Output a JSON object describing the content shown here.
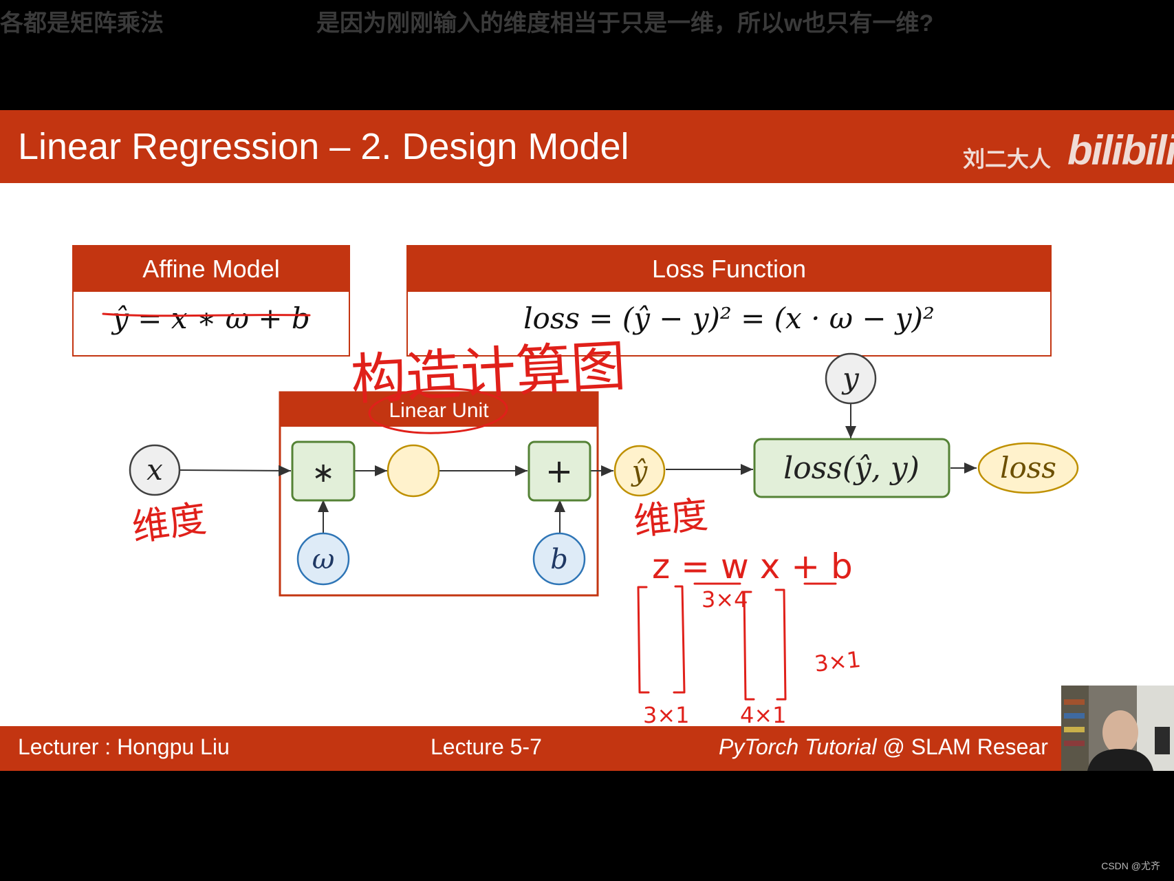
{
  "danmaku": {
    "left": "各都是矩阵乘法",
    "center": "是因为刚刚输入的维度相当于只是一维，所以w也只有一维?"
  },
  "slide": {
    "title": "Linear Regression – 2. Design Model",
    "brand_cn": "刘二大人",
    "brand_logo": "bilibili",
    "affine_box": {
      "header": "Affine Model",
      "formula": "ŷ = x ∗ ω + b"
    },
    "loss_box": {
      "header": "Loss Function",
      "formula": "loss = (ŷ − y)² = (x · ω − y)²"
    },
    "diagram": {
      "unit_label": "Linear Unit",
      "nodes": {
        "x": "x",
        "w": "ω",
        "b": "b",
        "mul": "∗",
        "add": "+",
        "y_hat": "ŷ",
        "y": "y",
        "loss_fn": "loss(ŷ, y)",
        "loss_out": "loss"
      }
    },
    "handwriting": {
      "graph_note": "构造计算图",
      "dim_note_x": "维度",
      "dim_note_yhat": "维度",
      "equation": "z = w x + b",
      "shape_w": "3×4",
      "shape_b": "3×1",
      "shape_z": "3×1",
      "shape_x": "4×1"
    },
    "footer": {
      "lecturer": "Lecturer : Hongpu Liu",
      "lecture": "Lecture 5-7",
      "course_italic": "PyTorch Tutorial",
      "course_rest": " @ SLAM Resear"
    }
  },
  "watermark": "CSDN @尤齐",
  "colors": {
    "accent_red": "#c33511",
    "ink_red": "#e0201a",
    "op_fill": "#e2efd9",
    "op_stroke": "#548235",
    "param_fill": "#deebf7",
    "param_stroke": "#2e75b6",
    "output_fill": "#fff2cc",
    "output_stroke": "#bf9000",
    "input_fill": "#efefef",
    "input_stroke": "#404040"
  },
  "icons": {
    "webcam": "lecturer-video-thumbnail"
  }
}
